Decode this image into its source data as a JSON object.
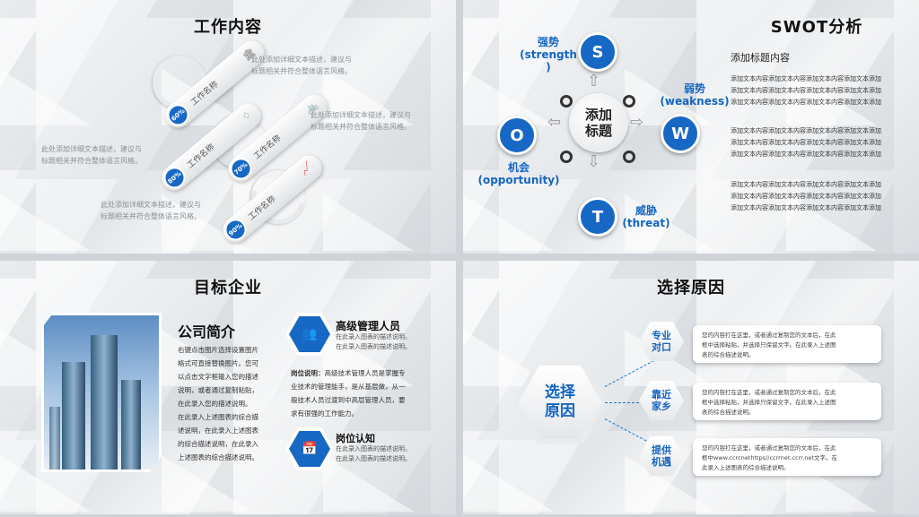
{
  "slide1": {
    "title": "工作内容",
    "desc1": "此处添加详细文本描述，建议与",
    "desc1b": "标题相关并符合整体语言风格。",
    "desc2": "此处添加详细文本描述，建议与",
    "desc2b": "标题相关并符合整体语言风格。",
    "desc3": "此处添加详细文本描述，建议与",
    "desc3b": "标题相关并符合整体语言风格。",
    "desc4": "此处添加详细文本描述，建议与",
    "desc4b": "标题相关并符合整体语言风格。",
    "items": [
      {
        "pct": "60%",
        "label": "工作名称",
        "icon": "bank-icon"
      },
      {
        "pct": "80%",
        "label": "工作名称",
        "icon": "diamond-icon"
      },
      {
        "pct": "70%",
        "label": "工作名称",
        "icon": "bike-icon"
      },
      {
        "pct": "90%",
        "label": "工作名称",
        "icon": "chart-icon"
      }
    ]
  },
  "slide2": {
    "title": "SWOT分析",
    "center1": "添加",
    "center2": "标题",
    "s": "S",
    "w": "W",
    "o": "O",
    "t": "T",
    "s_label1": "强势",
    "s_label2": "(strength",
    "s_label3": ")",
    "w_label1": "弱势",
    "w_label2": "(weakness)",
    "o_label1": "机会",
    "o_label2": "(opportunity)",
    "t_label1": "威胁",
    "t_label2": "(threat)",
    "right_title": "添加标题内容",
    "para_line": "添加文本内容添加文本内容添加文本内容添加文本添加"
  },
  "slide3": {
    "title": "目标企业",
    "company_title": "公司简介",
    "intro": [
      "右键点击图片选择设置图片",
      "格式可直接替换图片。您可",
      "以点击文字框输入您的描述",
      "说明，或者通过复制粘贴，",
      "在此录入您的描述说明。",
      "在此录入上述图表的综合描",
      "述说明，在此录入上述图表",
      "的综合描述说明，在此录入",
      "上述图表的综合描述说明。"
    ],
    "mgr_title": "高级管理人员",
    "mgr_line1": "在此录入图表的描述说明，",
    "mgr_line2": "在此录入图表的描述说明。",
    "post_label": "岗位说明：",
    "post_text": [
      "高级技术管理人员是掌握专",
      "业技术的管理能手，是从基层做，从一",
      "般技术人员过渡到中高层管理人员，要",
      "求有很强的工作能力。"
    ],
    "pos_title": "岗位认知",
    "pos_line1": "在此录入图表的描述说明，",
    "pos_line2": "在此录入图表的描述说明。"
  },
  "slide4": {
    "title": "选择原因",
    "center1": "选择",
    "center2": "原因",
    "reasons": [
      {
        "a": "专业",
        "b": "对口",
        "text1": "您的内容打在这里，或者通过复制您的文本后，在此",
        "text2": "框中选择粘贴，并选择只保留文字。在此录入上述图",
        "text3": "表的综合描述说明。"
      },
      {
        "a": "靠近",
        "b": "家乡",
        "text1": "您的内容打在这里，或者通过复制您的文本后，在此",
        "text2": "框中选择粘贴，并选择只保留文字。在此录入上述图",
        "text3": "表的综合描述说明。"
      },
      {
        "a": "提供",
        "b": "机遇",
        "text1": "您的内容打在这里，或者通过复制您的文本后，在此",
        "text2": "框中www.ccrcnethttps//ccrrnet.ccrr.net文字。在",
        "text3": "此录入上述图表的综合描述说明。"
      }
    ]
  }
}
